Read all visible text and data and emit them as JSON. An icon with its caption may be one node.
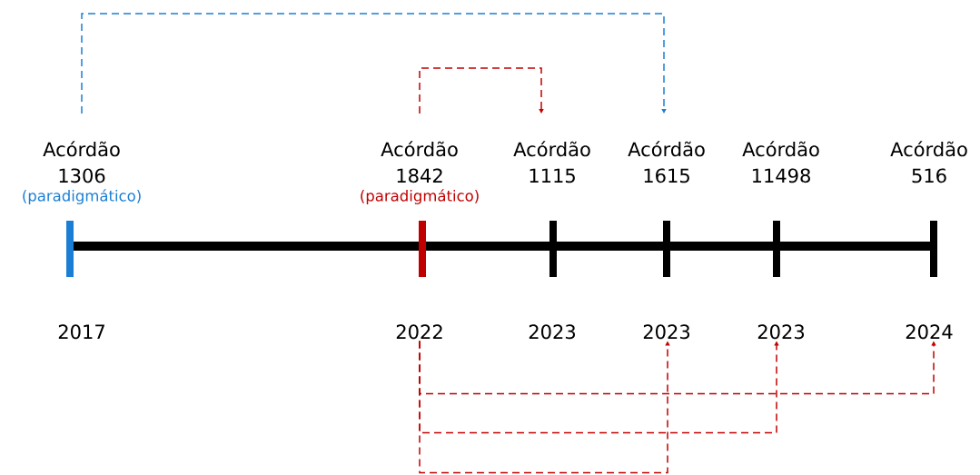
{
  "diagram": {
    "nodes": [
      {
        "text": [
          "Acórdão 1306",
          "(paradigmático)",
          "2017"
        ]
      },
      {
        "text": [
          "Acórdão 1842",
          "(paradigmático)",
          "2022"
        ]
      },
      {
        "text": [
          "Acórdão 1115",
          "2023"
        ]
      },
      {
        "text": [
          "Acórdão 1615",
          "2023"
        ]
      },
      {
        "text": [
          "Acórdão 11498",
          "2023"
        ]
      },
      {
        "text": [
          "Acórdão 516",
          "2024"
        ]
      }
    ],
    "edges": [
      {
        "from": 0,
        "to": 3,
        "arrow": "to",
        "style": "dashed",
        "color": "#1a7fd4"
      },
      {
        "from": 1,
        "to": 2,
        "arrow": "to",
        "style": "dashed"
      },
      {
        "from": 1,
        "to": 5,
        "arrow": "to",
        "style": "dashed"
      },
      {
        "from": 1,
        "to": 4,
        "arrow": "to",
        "style": "dashed"
      },
      {
        "from": 1,
        "to": 3,
        "arrow": "to",
        "style": "dashed"
      }
    ]
  }
}
